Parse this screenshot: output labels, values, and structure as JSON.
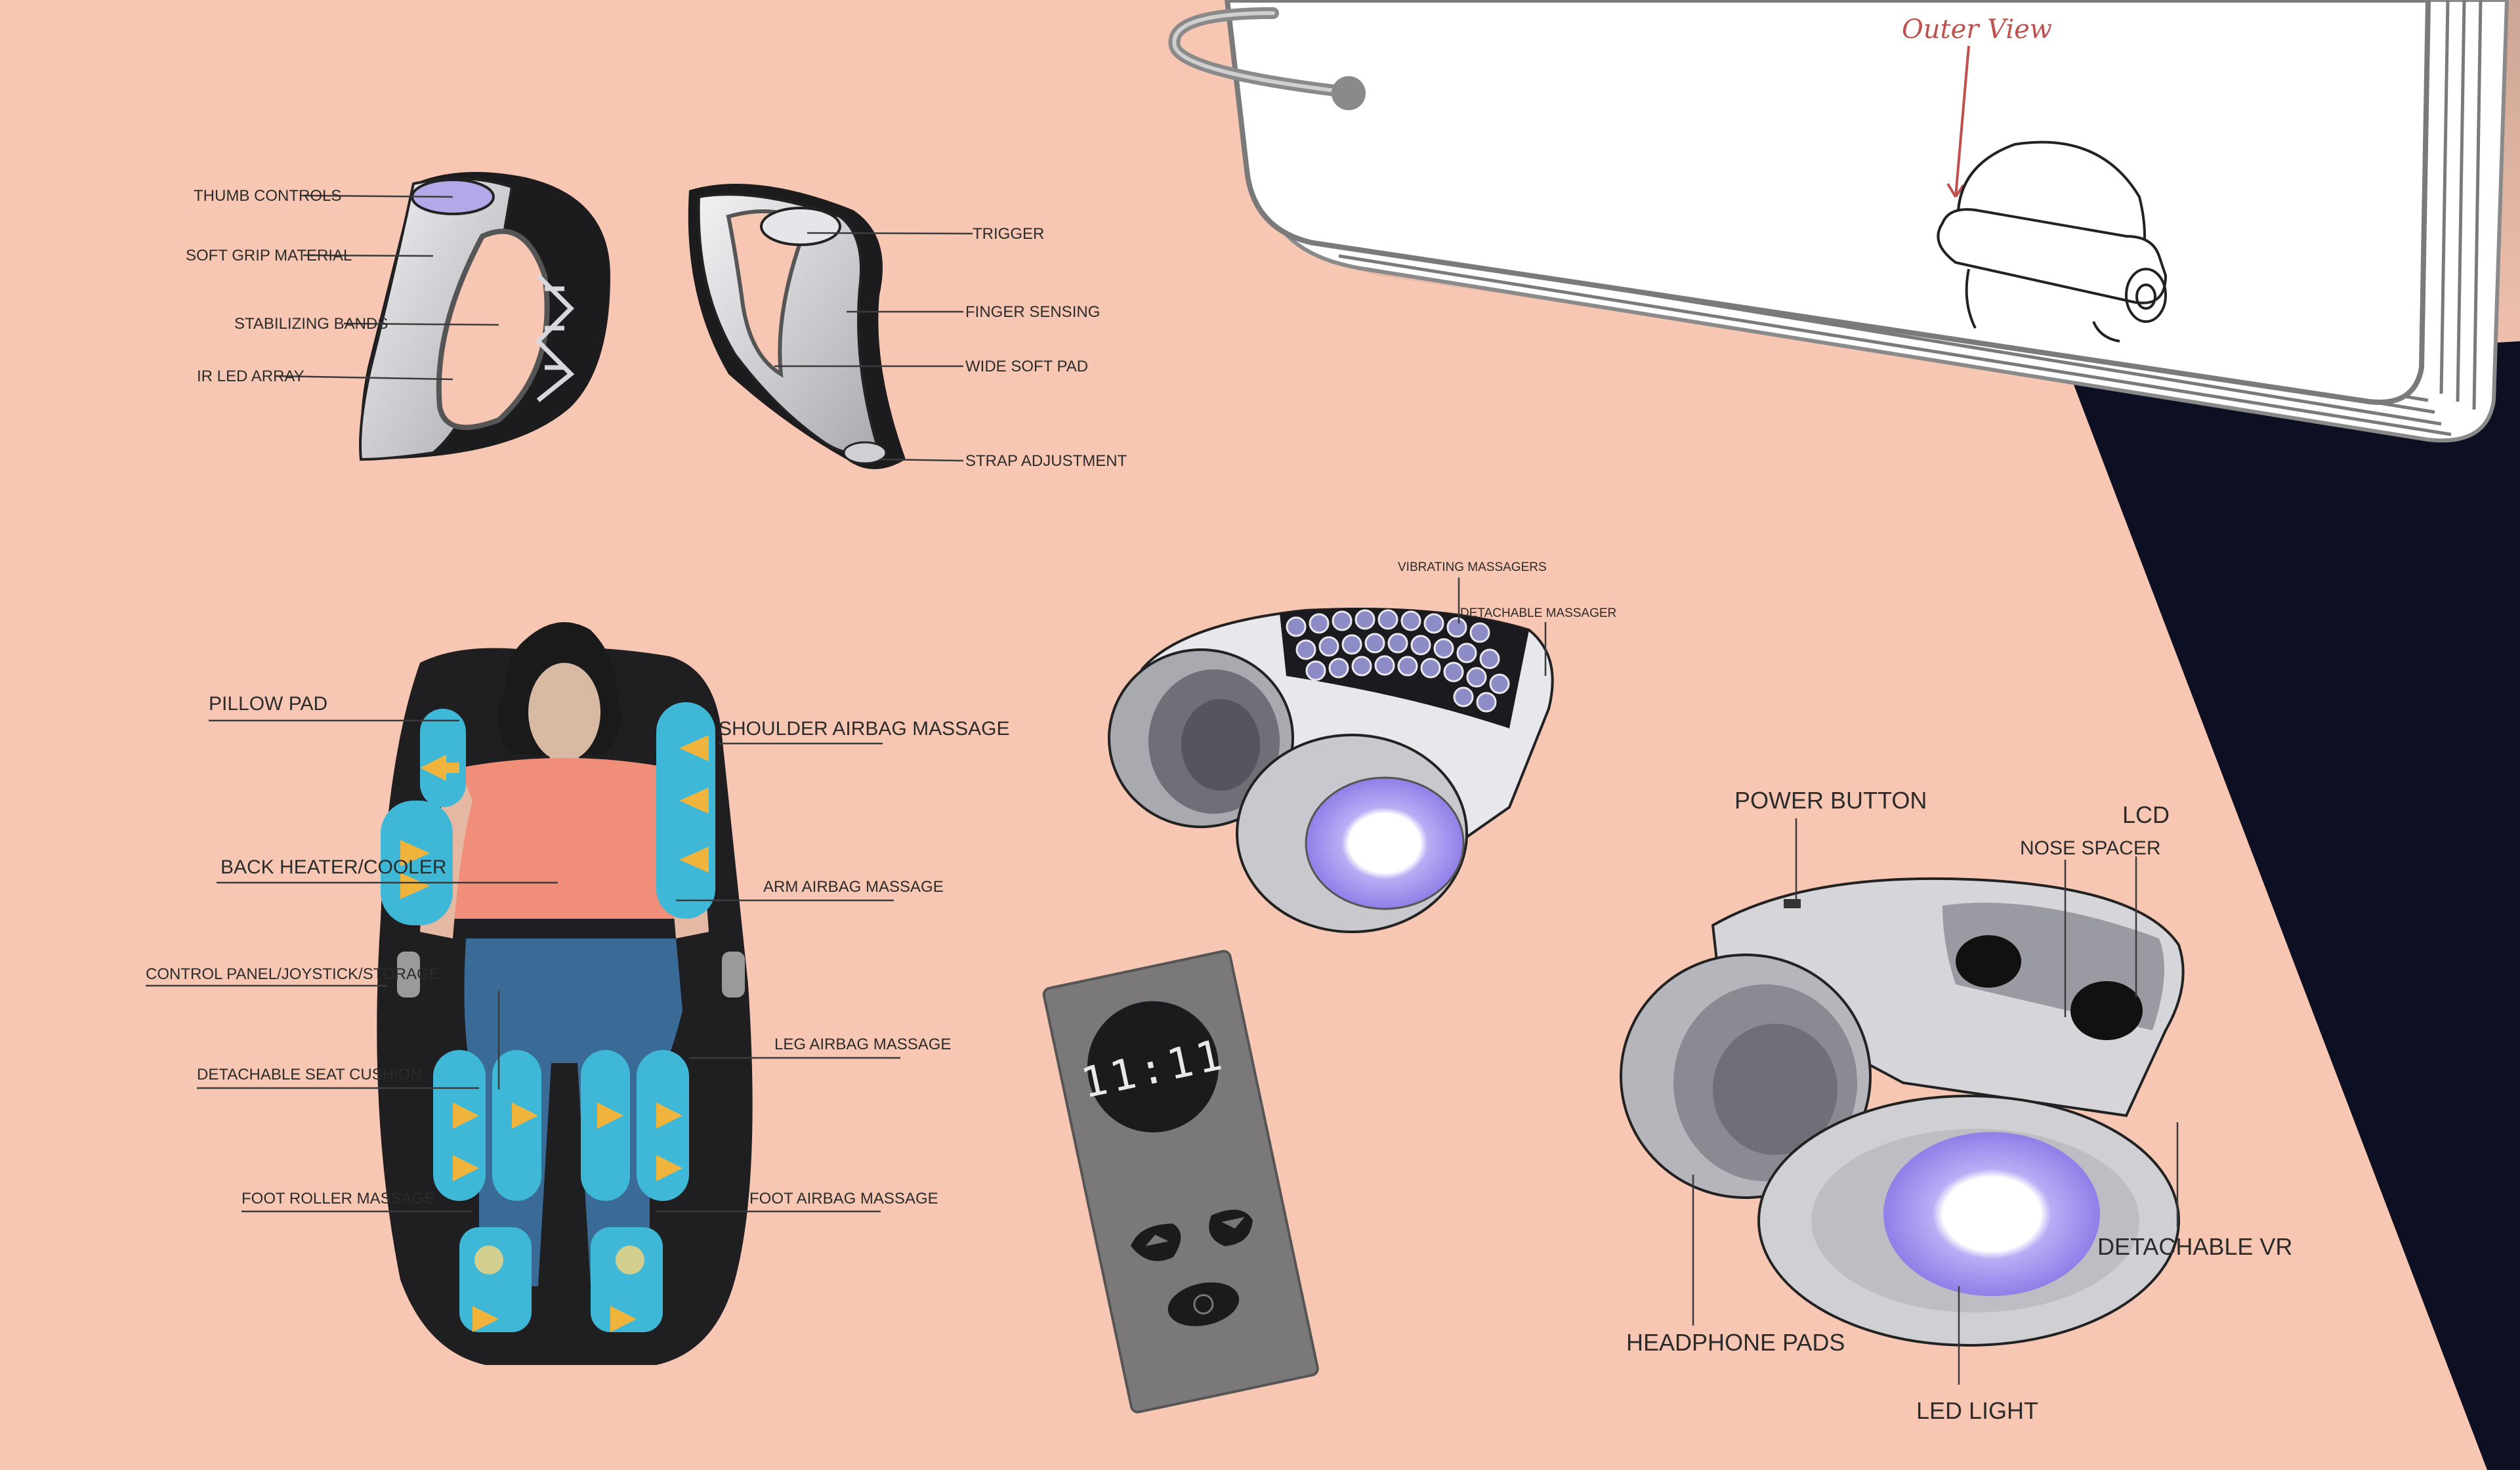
{
  "colors": {
    "background": "#f7c7b3",
    "navy_corner": "#0c1022",
    "airbag_blue": "#3fb8d8",
    "arrow_yellow": "#f0b43c",
    "led_purple": "#9b8cf0"
  },
  "notebook": {
    "annotation": "Outer View"
  },
  "controller": {
    "labels": {
      "thumb_controls": "THUMB CONTROLS",
      "soft_grip": "SOFT GRIP MATERIAL",
      "stabilizing_bands": "STABILIZING BANDS",
      "ir_led_array": "IR LED ARRAY",
      "trigger": "TRIGGER",
      "finger_sensing": "FINGER SENSING",
      "wide_soft_pad": "WIDE SOFT PAD",
      "strap_adjustment": "STRAP ADJUSTMENT"
    }
  },
  "massage_chair": {
    "labels": {
      "pillow_pad": "PILLOW PAD",
      "shoulder_airbag": "SHOULDER AIRBAG MASSAGE",
      "back_heater": "BACK HEATER/COOLER",
      "arm_airbag": "ARM AIRBAG MASSAGE",
      "control_panel": "CONTROL PANEL/JOYSTICK/STORAGE",
      "leg_airbag": "LEG AIRBAG MASSAGE",
      "detachable_cushion": "DETACHABLE SEAT CUSHION",
      "foot_roller": "FOOT ROLLER MASSAGE",
      "foot_airbag": "FOOT AIRBAG MASSAGE"
    }
  },
  "massager_headphones": {
    "labels": {
      "vibrating_massagers": "VIBRATING MASSAGERS",
      "detachable_massager": "DETACHABLE MASSAGER"
    }
  },
  "remote": {
    "time": "11:11"
  },
  "vr_headphones": {
    "labels": {
      "power_button": "POWER BUTTON",
      "lcd": "LCD",
      "nose_spacer": "NOSE SPACER",
      "detachable_vr": "DETACHABLE VR",
      "headphone_pads": "HEADPHONE PADS",
      "led_light": "LED LIGHT"
    }
  }
}
